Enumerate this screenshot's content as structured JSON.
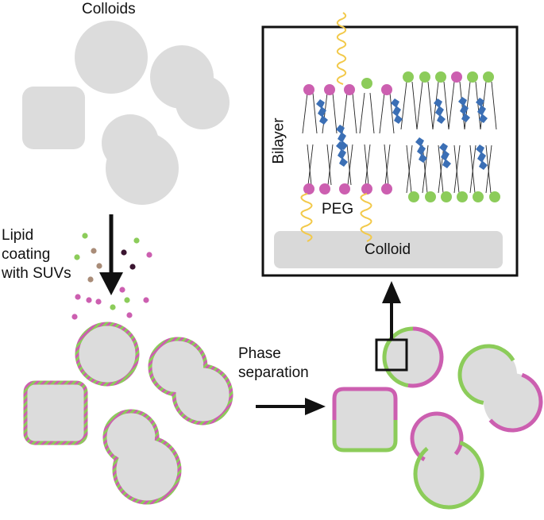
{
  "labels": {
    "colloids": "Colloids",
    "lipid_coating": [
      "Lipid",
      "coating",
      "with SUVs"
    ],
    "phase_separation": [
      "Phase",
      "separation"
    ],
    "bilayer": "Bilayer",
    "peg": "PEG",
    "colloid": "Colloid"
  },
  "colors": {
    "particle": "#dcdcdc",
    "lipid_magenta": "#cc5fb0",
    "lipid_green": "#8ccc5a",
    "lipid_tan": "#a98c78",
    "lipid_dark": "#3a1530",
    "peg_yellow": "#f2c94a",
    "cholesterol_blue": "#3b6fb5",
    "arrow": "#111111",
    "colloid_substrate": "#d9d9d9"
  },
  "icons": {
    "process_arrow": "down-arrow-icon",
    "phase_arrow": "right-arrow-icon",
    "zoom_arrow": "up-arrow-icon",
    "zoom_box": "magnify-box-icon"
  }
}
